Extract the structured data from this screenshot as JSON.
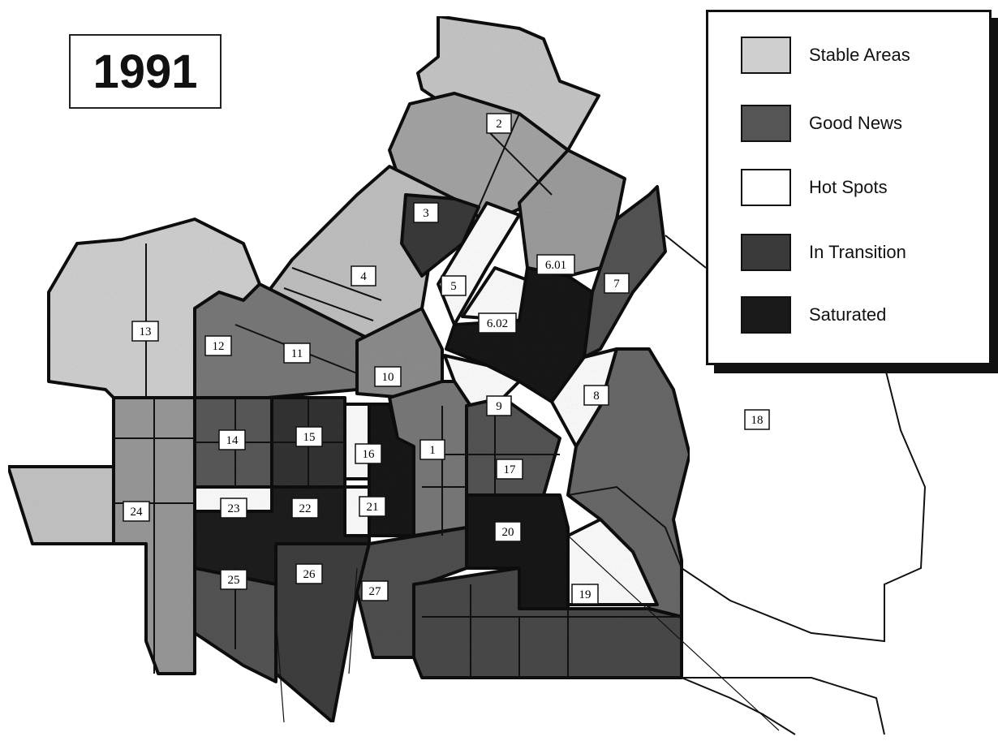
{
  "title": "1991",
  "legend": {
    "items": [
      {
        "label": "Stable Areas",
        "color": "#cfcfcf"
      },
      {
        "label": "Good News",
        "color": "#555555"
      },
      {
        "label": "Hot Spots",
        "color": "#ffffff"
      },
      {
        "label": "In Transition",
        "color": "#3a3a3a"
      },
      {
        "label": "Saturated",
        "color": "#1a1a1a"
      }
    ]
  },
  "tracts": [
    "2",
    "3",
    "4",
    "5",
    "6.01",
    "6.02",
    "7",
    "8",
    "9",
    "10",
    "11",
    "12",
    "13",
    "14",
    "15",
    "16",
    "1",
    "17",
    "18",
    "19",
    "20",
    "21",
    "22",
    "23",
    "24",
    "25",
    "26",
    "27"
  ]
}
